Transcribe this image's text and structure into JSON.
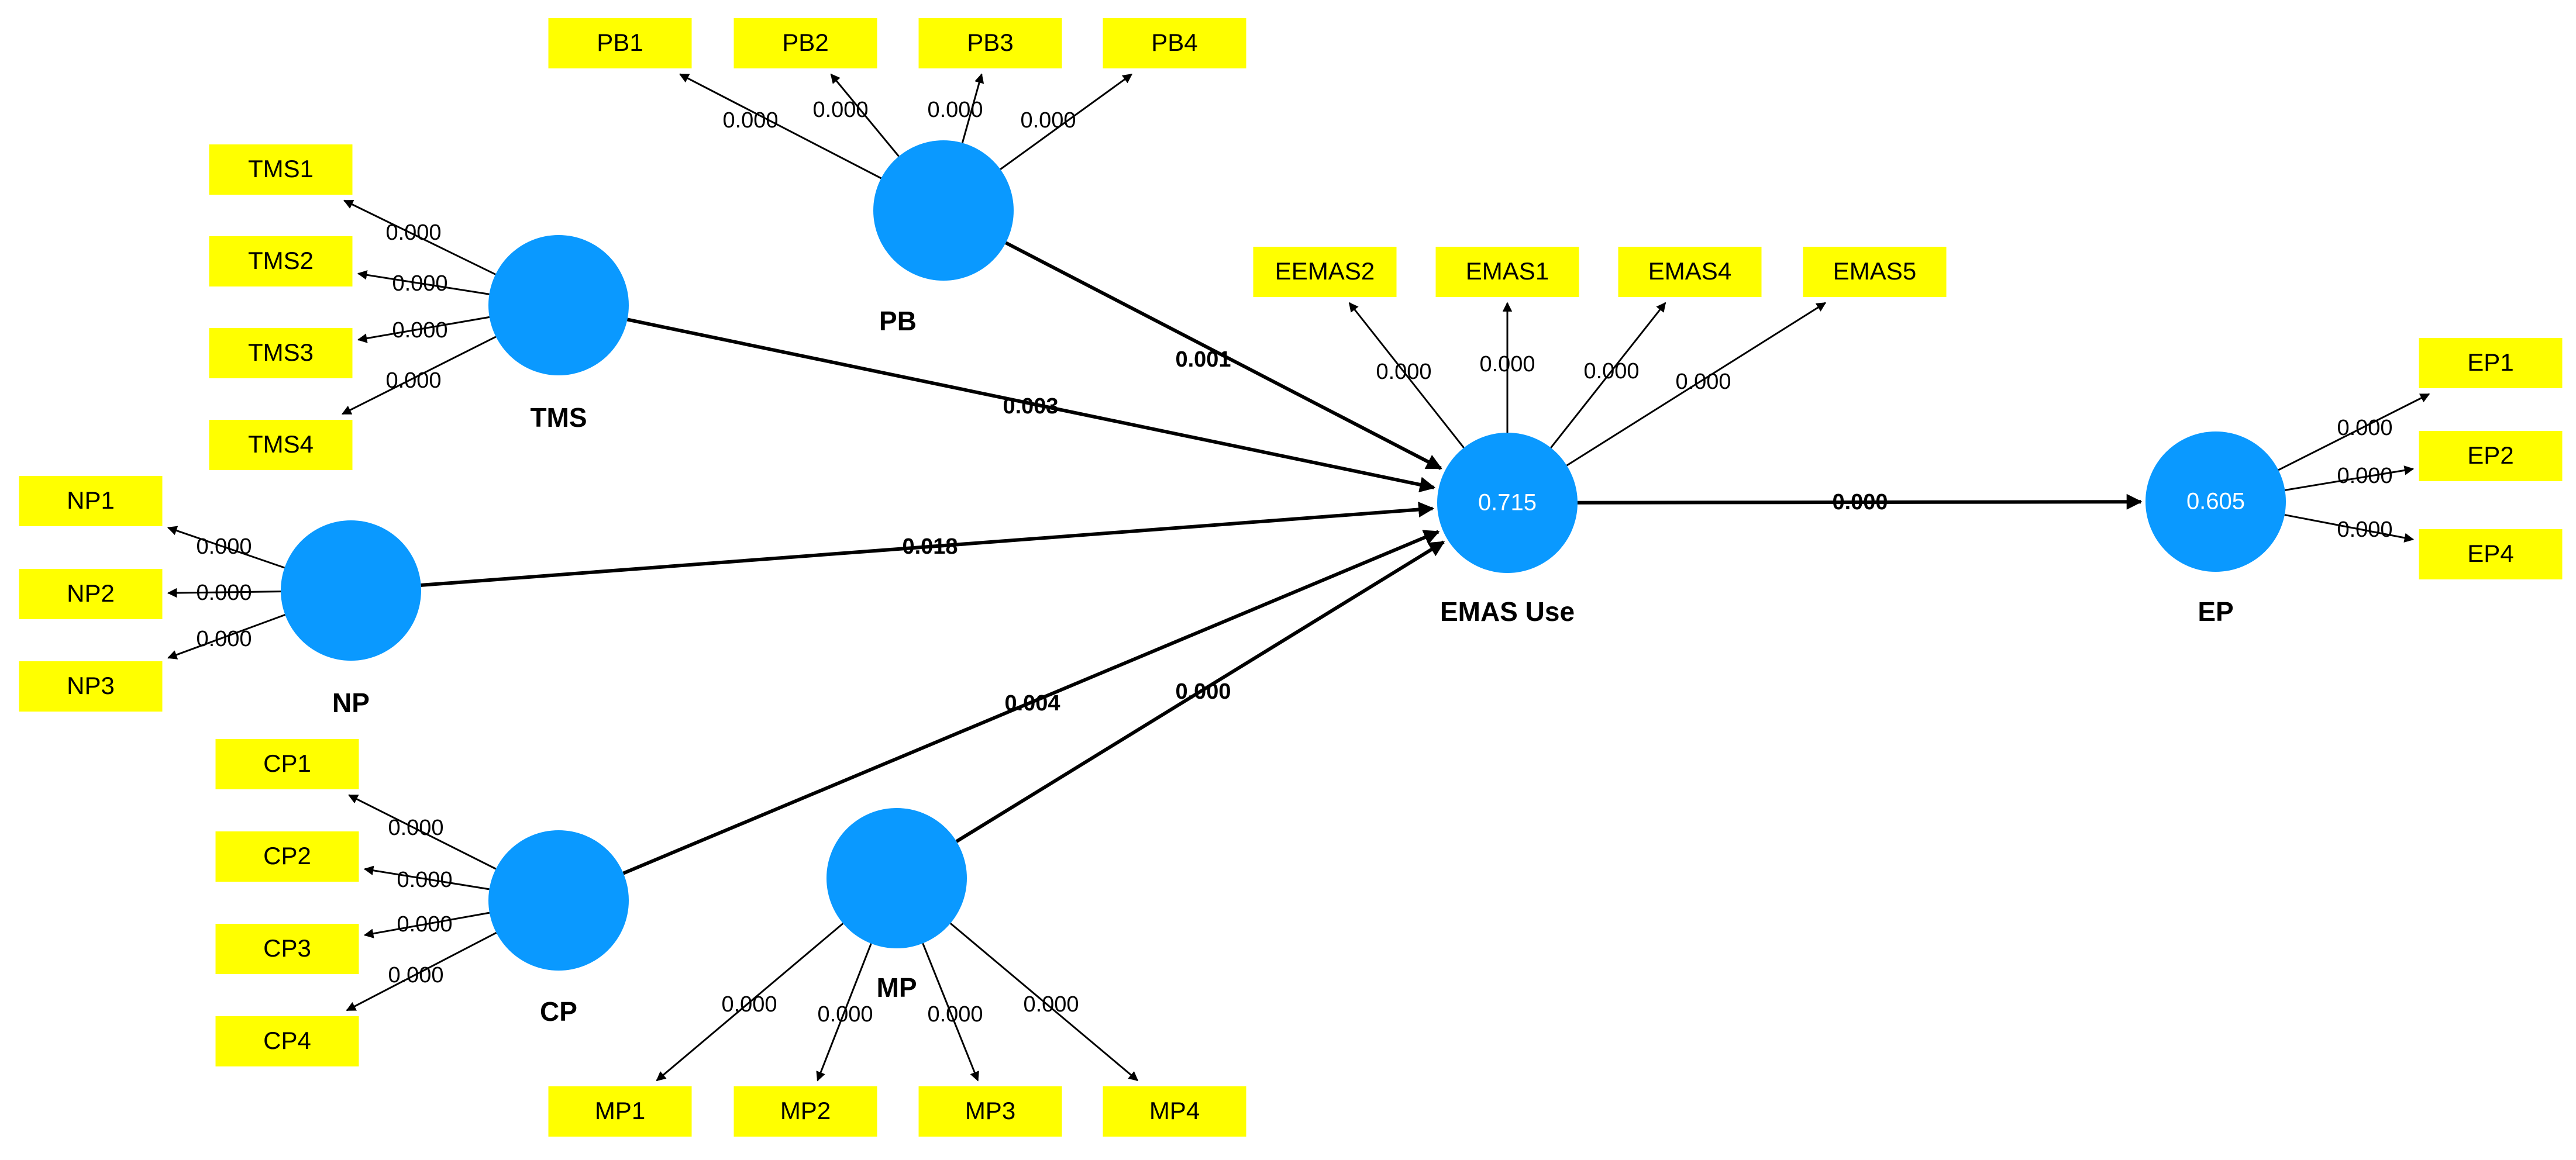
{
  "colors": {
    "construct": "#0a99ff",
    "indicator": "#ffff00",
    "line": "#000000",
    "construct_value_text": "#ffffff"
  },
  "constructs": [
    {
      "id": "PB",
      "label": "PB",
      "value": ""
    },
    {
      "id": "TMS",
      "label": "TMS",
      "value": ""
    },
    {
      "id": "NP",
      "label": "NP",
      "value": ""
    },
    {
      "id": "CP",
      "label": "CP",
      "value": ""
    },
    {
      "id": "MP",
      "label": "MP",
      "value": ""
    },
    {
      "id": "EMAS",
      "label": "EMAS Use",
      "value": "0.715"
    },
    {
      "id": "EP",
      "label": "EP",
      "value": "0.605"
    }
  ],
  "indicators": [
    {
      "id": "PB1",
      "label": "PB1"
    },
    {
      "id": "PB2",
      "label": "PB2"
    },
    {
      "id": "PB3",
      "label": "PB3"
    },
    {
      "id": "PB4",
      "label": "PB4"
    },
    {
      "id": "TMS1",
      "label": "TMS1"
    },
    {
      "id": "TMS2",
      "label": "TMS2"
    },
    {
      "id": "TMS3",
      "label": "TMS3"
    },
    {
      "id": "TMS4",
      "label": "TMS4"
    },
    {
      "id": "NP1",
      "label": "NP1"
    },
    {
      "id": "NP2",
      "label": "NP2"
    },
    {
      "id": "NP3",
      "label": "NP3"
    },
    {
      "id": "CP1",
      "label": "CP1"
    },
    {
      "id": "CP2",
      "label": "CP2"
    },
    {
      "id": "CP3",
      "label": "CP3"
    },
    {
      "id": "CP4",
      "label": "CP4"
    },
    {
      "id": "MP1",
      "label": "MP1"
    },
    {
      "id": "MP2",
      "label": "MP2"
    },
    {
      "id": "MP3",
      "label": "MP3"
    },
    {
      "id": "MP4",
      "label": "MP4"
    },
    {
      "id": "EEMAS2",
      "label": "EEMAS2"
    },
    {
      "id": "EMAS1",
      "label": "EMAS1"
    },
    {
      "id": "EMAS4",
      "label": "EMAS4"
    },
    {
      "id": "EMAS5",
      "label": "EMAS5"
    },
    {
      "id": "EP1",
      "label": "EP1"
    },
    {
      "id": "EP2",
      "label": "EP2"
    },
    {
      "id": "EP4",
      "label": "EP4"
    }
  ],
  "loadings": [
    {
      "from": "PB",
      "to": "PB1",
      "value": "0.000"
    },
    {
      "from": "PB",
      "to": "PB2",
      "value": "0.000"
    },
    {
      "from": "PB",
      "to": "PB3",
      "value": "0.000"
    },
    {
      "from": "PB",
      "to": "PB4",
      "value": "0.000"
    },
    {
      "from": "TMS",
      "to": "TMS1",
      "value": "0.000"
    },
    {
      "from": "TMS",
      "to": "TMS2",
      "value": "0.000"
    },
    {
      "from": "TMS",
      "to": "TMS3",
      "value": "0.000"
    },
    {
      "from": "TMS",
      "to": "TMS4",
      "value": "0.000"
    },
    {
      "from": "NP",
      "to": "NP1",
      "value": "0.000"
    },
    {
      "from": "NP",
      "to": "NP2",
      "value": "0.000"
    },
    {
      "from": "NP",
      "to": "NP3",
      "value": "0.000"
    },
    {
      "from": "CP",
      "to": "CP1",
      "value": "0.000"
    },
    {
      "from": "CP",
      "to": "CP2",
      "value": "0.000"
    },
    {
      "from": "CP",
      "to": "CP3",
      "value": "0.000"
    },
    {
      "from": "CP",
      "to": "CP4",
      "value": "0.000"
    },
    {
      "from": "MP",
      "to": "MP1",
      "value": "0.000"
    },
    {
      "from": "MP",
      "to": "MP2",
      "value": "0.000"
    },
    {
      "from": "MP",
      "to": "MP3",
      "value": "0.000"
    },
    {
      "from": "MP",
      "to": "MP4",
      "value": "0.000"
    },
    {
      "from": "EMAS",
      "to": "EEMAS2",
      "value": "0.000"
    },
    {
      "from": "EMAS",
      "to": "EMAS1",
      "value": "0.000"
    },
    {
      "from": "EMAS",
      "to": "EMAS4",
      "value": "0.000"
    },
    {
      "from": "EMAS",
      "to": "EMAS5",
      "value": "0.000"
    },
    {
      "from": "EP",
      "to": "EP1",
      "value": "0.000"
    },
    {
      "from": "EP",
      "to": "EP2",
      "value": "0.000"
    },
    {
      "from": "EP",
      "to": "EP4",
      "value": "0.000"
    }
  ],
  "paths": [
    {
      "from": "PB",
      "to": "EMAS",
      "value": "0.001"
    },
    {
      "from": "TMS",
      "to": "EMAS",
      "value": "0.003"
    },
    {
      "from": "NP",
      "to": "EMAS",
      "value": "0.018"
    },
    {
      "from": "CP",
      "to": "EMAS",
      "value": "0.004"
    },
    {
      "from": "MP",
      "to": "EMAS",
      "value": "0.000"
    },
    {
      "from": "EMAS",
      "to": "EP",
      "value": "0.000"
    }
  ]
}
